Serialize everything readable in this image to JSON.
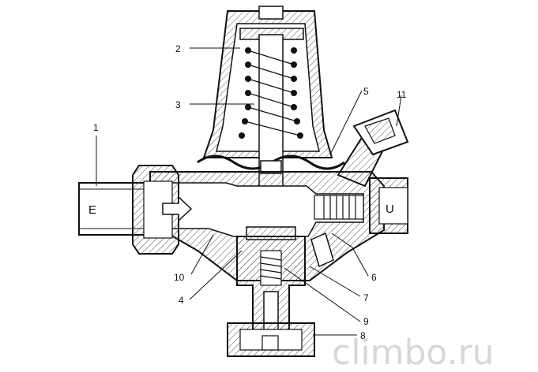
{
  "callouts": [
    "1",
    "2",
    "3",
    "4",
    "5",
    "6",
    "7",
    "8",
    "9",
    "10",
    "11"
  ],
  "ports": {
    "inlet": "E",
    "outlet": "U"
  },
  "watermark": "climbo.ru"
}
